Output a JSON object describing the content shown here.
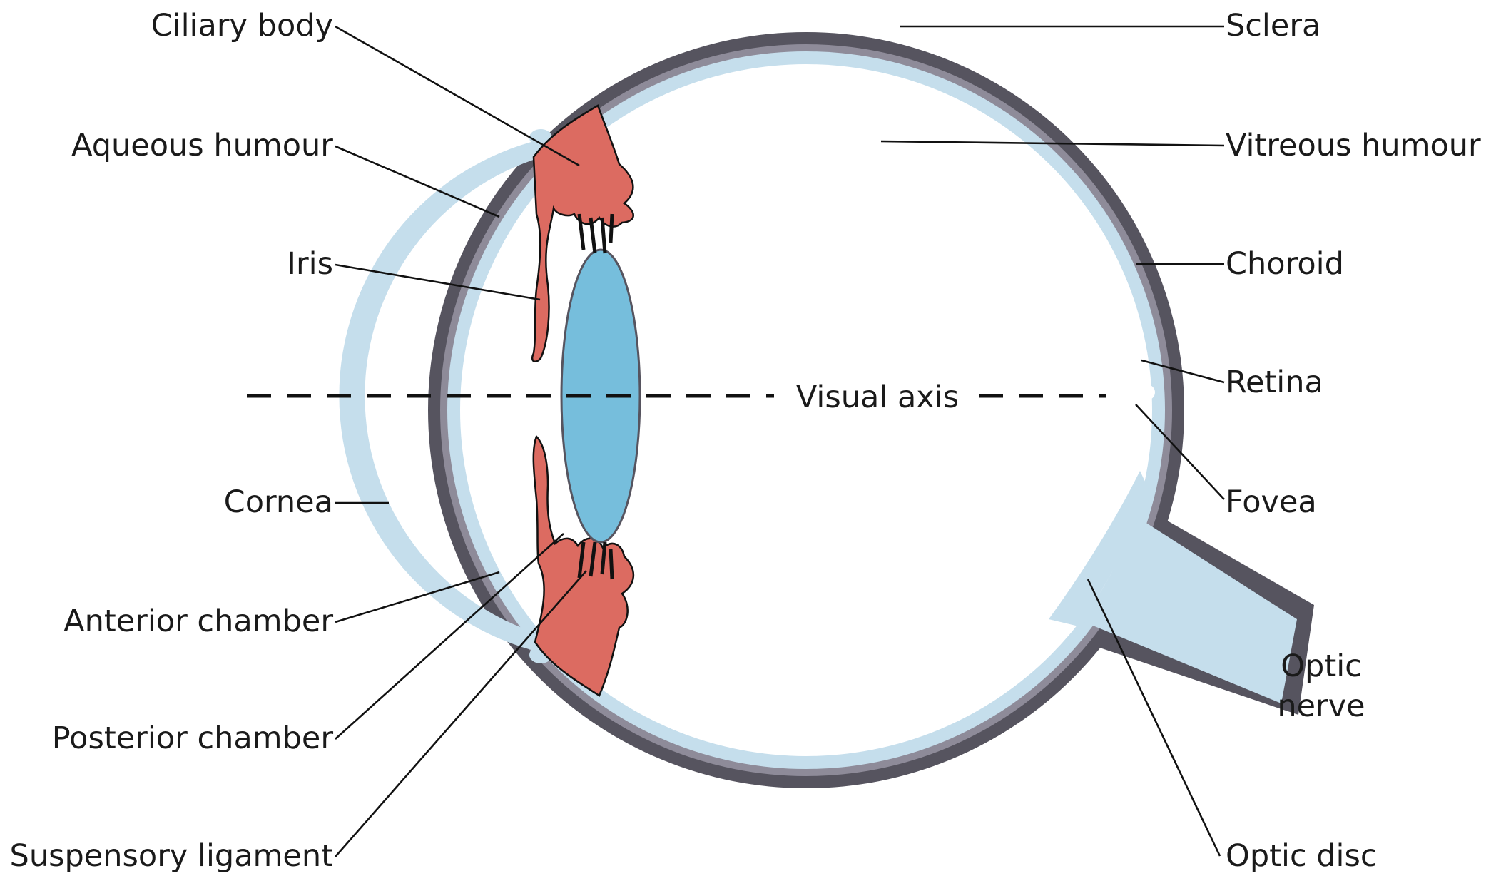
{
  "diagram": {
    "colors": {
      "sclera": "#56545f",
      "choroid": "#8e8b99",
      "retina": "#c5deec",
      "cornea": "#c5deec",
      "ciliary_body": "#dc6b61",
      "lens": "#76bedc",
      "background": "#ffffff"
    },
    "axis_label": "Visual axis",
    "labels": {
      "ciliary_body": "Ciliary body",
      "aqueous_humour": "Aqueous humour",
      "iris": "Iris",
      "cornea": "Cornea",
      "anterior_chamber": "Anterior chamber",
      "posterior_chamber": "Posterior chamber",
      "suspensory_ligament": "Suspensory ligament",
      "sclera": "Sclera",
      "vitreous_humour": "Vitreous humour",
      "choroid": "Choroid",
      "retina": "Retina",
      "fovea": "Fovea",
      "optic_nerve_line1": "Optic",
      "optic_nerve_line2": "nerve",
      "optic_disc": "Optic disc"
    }
  }
}
